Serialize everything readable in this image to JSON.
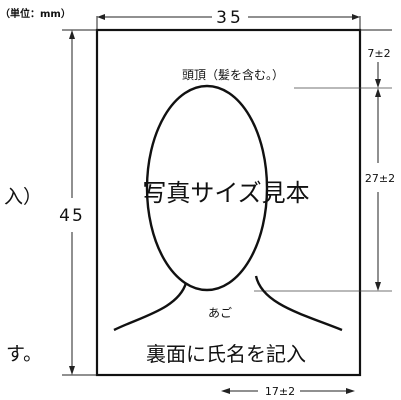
{
  "unit_label": "（単位：mm）",
  "width_dim": "35",
  "height_dim": "45",
  "top_margin_dim": "7±2",
  "face_dim": "27±2",
  "chin_offset_dim": "17±2",
  "crown_label": "頭頂（髪を含む。）",
  "center_label": "写真サイズ見本",
  "chin_label": "あご",
  "bottom_label": "裏面に氏名を記入",
  "left_fragment_paren": "入）",
  "left_fragment_su": "す。"
}
